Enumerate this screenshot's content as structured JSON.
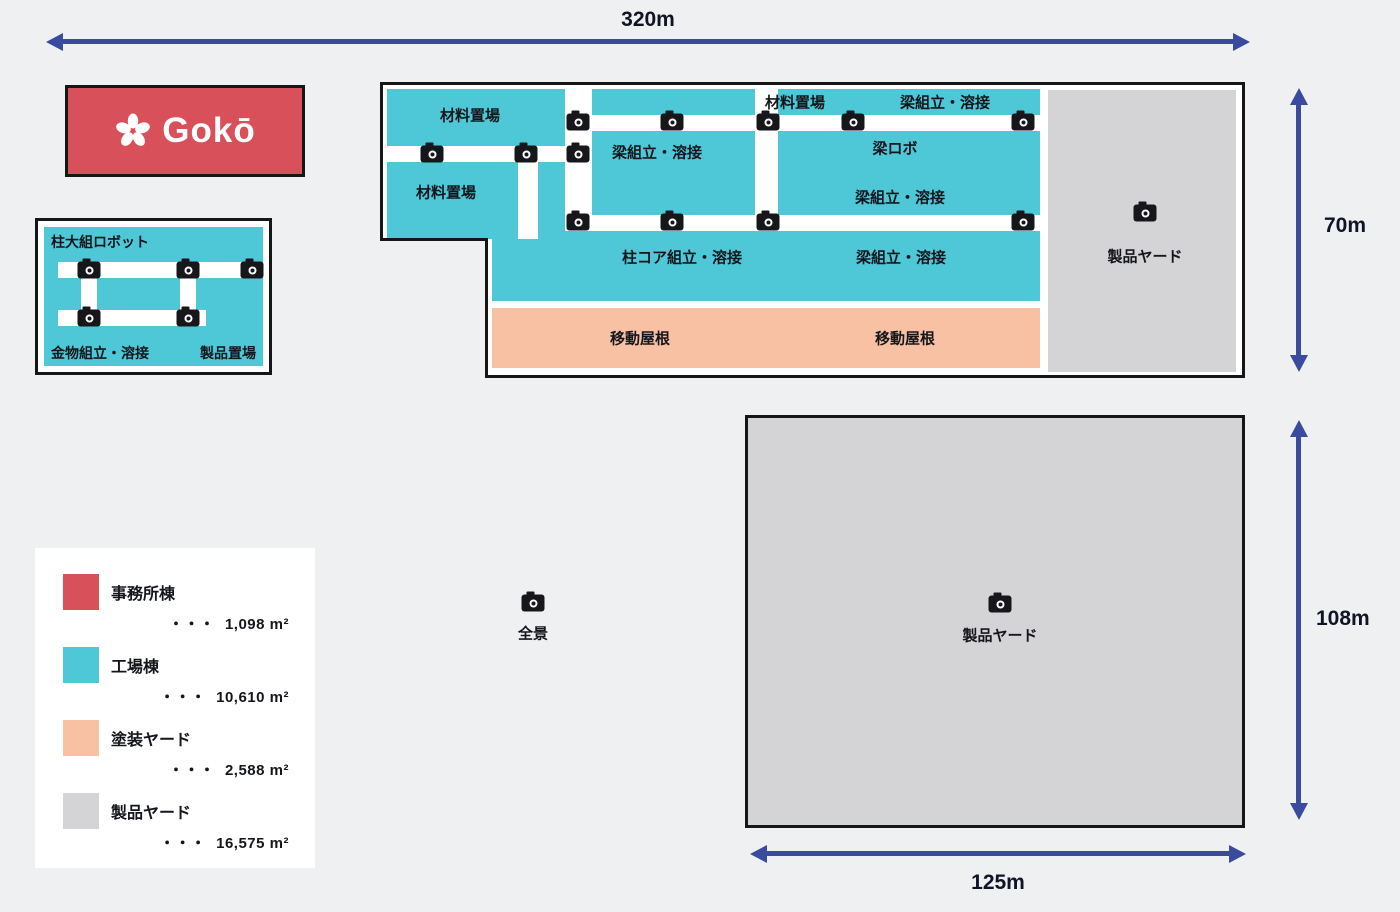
{
  "colors": {
    "office_red": "#d8515a",
    "factory_teal": "#4ec7d6",
    "paint_orange": "#f8c1a4",
    "yard_gray": "#d4d4d6",
    "arrow_blue": "#3a4a9f",
    "outline_black": "#161616"
  },
  "dimensions": {
    "top": "320m",
    "upper_right": "70m",
    "lower_right": "108m",
    "bottom": "125m"
  },
  "logo": {
    "text": "Gokō"
  },
  "robot_building": {
    "title": "柱大組ロボット",
    "bottom_left": "金物組立・溶接",
    "bottom_right": "製品置場"
  },
  "factory": {
    "material_1": "材料置場",
    "material_2": "材料置場",
    "beam_assembly_mid": "梁組立・溶接",
    "material_3": "材料置場",
    "beam_assembly_top_right": "梁組立・溶接",
    "beam_robot": "梁ロボ",
    "beam_assembly_right": "梁組立・溶接",
    "column_core": "柱コア組立・溶接",
    "beam_assembly_bottom_right": "梁組立・溶接",
    "moving_roof_left": "移動屋根",
    "moving_roof_right": "移動屋根",
    "product_yard": "製品ヤード"
  },
  "panorama": {
    "label": "全景"
  },
  "lower_yard": {
    "label": "製品ヤード"
  },
  "legend": {
    "items": [
      {
        "label": "事務所棟",
        "dots": "・・・",
        "value": "1,098 m²"
      },
      {
        "label": "工場棟",
        "dots": "・・・",
        "value": "10,610 m²"
      },
      {
        "label": "塗装ヤード",
        "dots": "・・・",
        "value": "2,588 m²"
      },
      {
        "label": "製品ヤード",
        "dots": "・・・",
        "value": "16,575 m²"
      }
    ]
  }
}
